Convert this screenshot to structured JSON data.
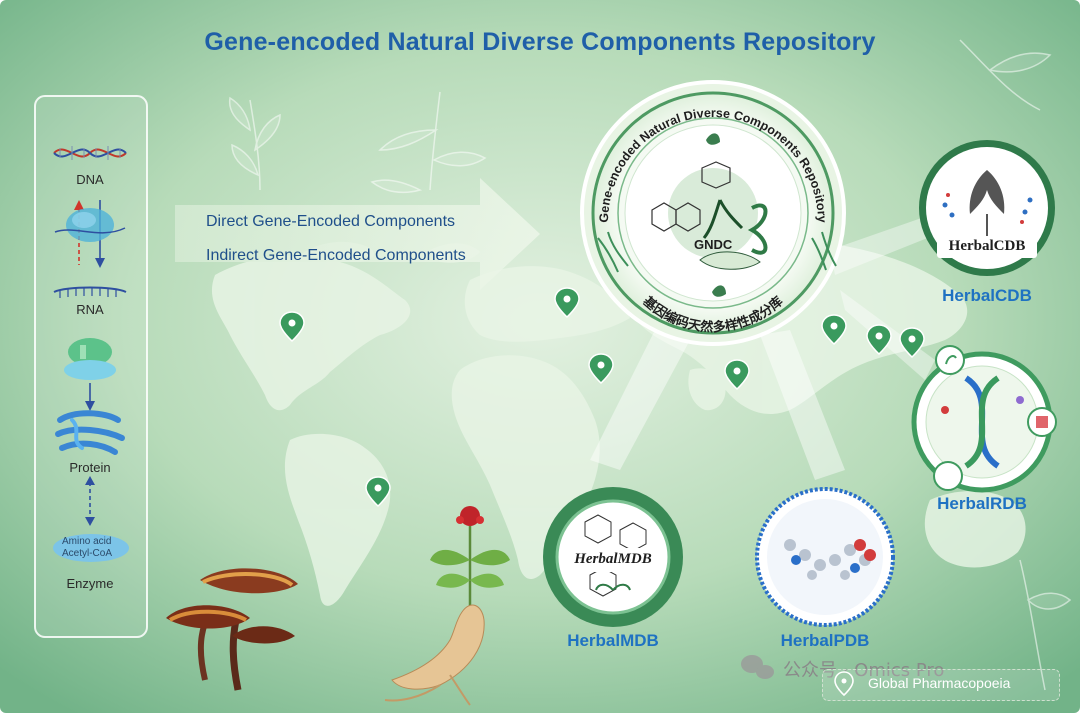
{
  "title": "Gene-encoded Natural Diverse Components Repository",
  "central_dogma": {
    "dna": "DNA",
    "rna": "RNA",
    "protein": "Protein",
    "amino_acid": "Amino acid",
    "acetyl_coa": "Acetyl-CoA",
    "enzyme": "Enzyme"
  },
  "arrow": {
    "direct": "Direct Gene-Encoded Components",
    "indirect": "Indirect Gene-Encoded Components"
  },
  "center_hub": {
    "ring_text": "Gene-encoded Natural Diverse Components Repository",
    "chinese_text": "基因编码天然多样性成分库",
    "core_label": "GNDC"
  },
  "databases": {
    "cdb": {
      "badge": "HerbalCDB",
      "label": "HerbalCDB"
    },
    "rdb": {
      "label": "HerbalRDB"
    },
    "mdb": {
      "badge": "HerbalMDB",
      "label": "HerbalMDB"
    },
    "pdb": {
      "label": "HerbalPDB"
    }
  },
  "watermark": "公众号 · Omics Pro",
  "badge": "Global Pharmacopoeia",
  "colors": {
    "title_blue": "#1f5fa8",
    "db_blue": "#1f72c2",
    "green_main": "#3d8f5a",
    "background": "#cfe6cf"
  },
  "icons": [
    "dna-helix-icon",
    "ribosome-icon",
    "protein-icon",
    "location-pin-icon",
    "ginseng-icon",
    "reishi-mushroom-icon",
    "herb-leaf-icon"
  ]
}
